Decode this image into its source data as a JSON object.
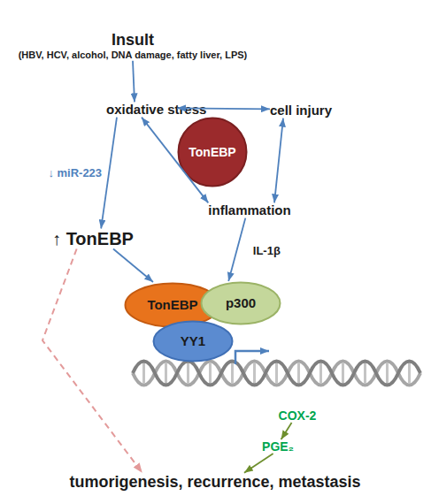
{
  "diagram": {
    "nodes": [
      {
        "text": [
          "Insult",
          "(HBV, HCV, alcohol, DNA damage, fatty liver, LPS)"
        ]
      },
      {
        "text": [
          "oxidative stress"
        ]
      },
      {
        "text": [
          "TonEBP"
        ]
      },
      {
        "text": [
          "cell injury"
        ]
      },
      {
        "text": [
          "inflammation"
        ]
      },
      {
        "text": [
          "↑ TonEBP"
        ]
      },
      {
        "text": [
          "TonEBP"
        ]
      },
      {
        "text": [
          "p300"
        ]
      },
      {
        "text": [
          "YY1"
        ]
      },
      {
        "text": [
          "COX-2"
        ]
      },
      {
        "text": [
          "PGE₂"
        ]
      },
      {
        "text": [
          "tumorigenesis, recurrence, metastasis"
        ]
      }
    ],
    "edges": [
      {
        "from": 0,
        "to": 1,
        "arrow": "to"
      },
      {
        "from": 1,
        "to": 3,
        "arrow": "both"
      },
      {
        "from": 1,
        "to": 4,
        "arrow": "both"
      },
      {
        "from": 3,
        "to": 4,
        "arrow": "both"
      },
      {
        "from": 1,
        "to": 5,
        "label": "↓ miR-223",
        "arrow": "to"
      },
      {
        "from": 5,
        "to": 6,
        "arrow": "to"
      },
      {
        "from": 4,
        "to": 7,
        "label": "IL-1β",
        "arrow": "to"
      },
      {
        "from": 5,
        "to": 11,
        "arrow": "to"
      },
      {
        "from": 9,
        "to": 10,
        "arrow": "to"
      },
      {
        "from": 10,
        "to": 11,
        "arrow": "to"
      }
    ]
  }
}
